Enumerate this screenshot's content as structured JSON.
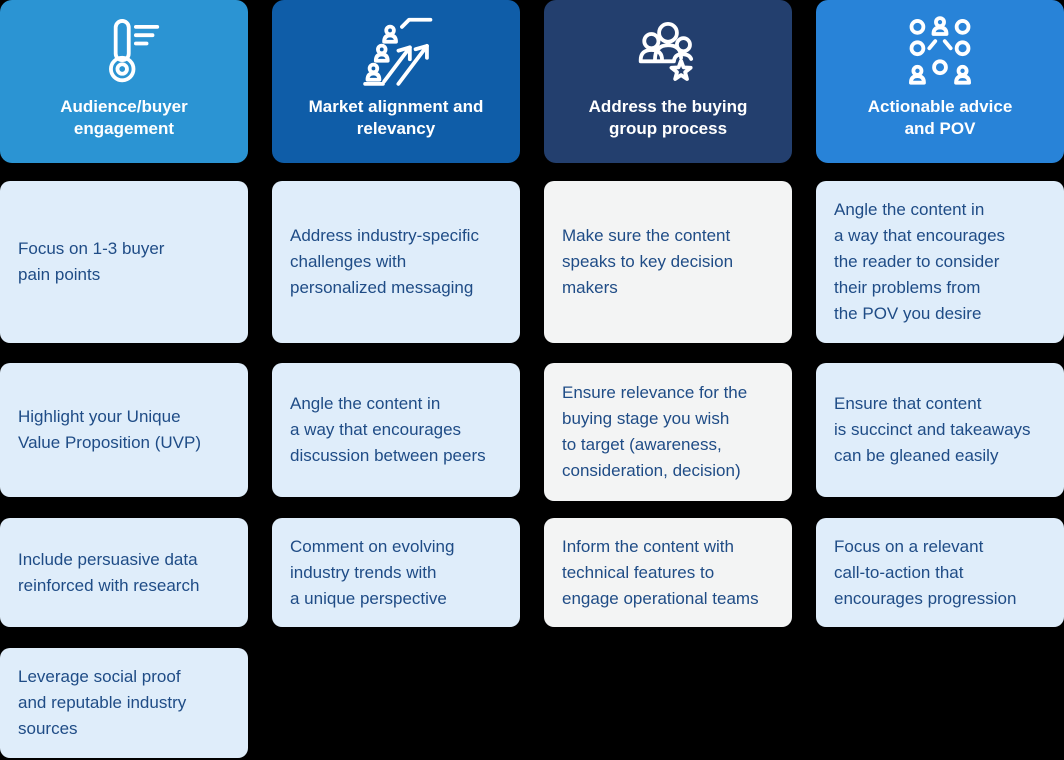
{
  "page": {
    "background": "#000000"
  },
  "colors": {
    "header_audience": "#2B94D3",
    "header_market": "#0F5DA8",
    "header_buying_group": "#233F6E",
    "header_actionable": "#2883D8",
    "card_blue": "#DFEDFA",
    "card_gray": "#F3F4F4",
    "card_text": "#1F4C86",
    "header_text": "#FFFFFF"
  },
  "columns": [
    {
      "id": "audience-buyer-engagement",
      "icon": "thermometer-icon",
      "title": "Audience/buyer\nengagement",
      "header_bg": "#2B94D3",
      "card_bg": "#DFEDFA",
      "cards": [
        {
          "text": "Focus on 1-3 buyer\npain points"
        },
        {
          "text": "Highlight your Unique\nValue Proposition (UVP)"
        },
        {
          "text": "Include persuasive data\nreinforced with research"
        },
        {
          "text": "Leverage social proof\nand reputable industry\nsources"
        }
      ]
    },
    {
      "id": "market-alignment-relevancy",
      "icon": "growth-chart-icon",
      "title": "Market alignment and\nrelevancy",
      "header_bg": "#0F5DA8",
      "card_bg": "#DFEDFA",
      "cards": [
        {
          "text": "Address industry-specific\nchallenges with\npersonalized messaging"
        },
        {
          "text": "Angle the content in\na way that encourages\ndiscussion between peers"
        },
        {
          "text": "Comment on evolving\nindustry trends with\na unique perspective"
        }
      ]
    },
    {
      "id": "buying-group-process",
      "icon": "buying-group-star-icon",
      "title": "Address the buying\ngroup process",
      "header_bg": "#233F6E",
      "card_bg": "#F3F4F4",
      "cards": [
        {
          "text": "Make sure the content\nspeaks to key decision\nmakers"
        },
        {
          "text": "Ensure relevance for the\nbuying stage you wish\nto target (awareness,\nconsideration, decision)"
        },
        {
          "text": "Inform the content with\ntechnical features to\nengage operational teams"
        }
      ]
    },
    {
      "id": "actionable-advice-pov",
      "icon": "network-people-icon",
      "title": "Actionable advice\nand POV",
      "header_bg": "#2883D8",
      "card_bg": "#DFEDFA",
      "cards": [
        {
          "text": "Angle the content in\na way that encourages\nthe reader to consider\ntheir problems from\nthe POV you desire"
        },
        {
          "text": "Ensure that content\nis succinct and takeaways\ncan be gleaned easily"
        },
        {
          "text": "Focus on a relevant\ncall-to-action that\nencourages progression"
        }
      ]
    }
  ]
}
